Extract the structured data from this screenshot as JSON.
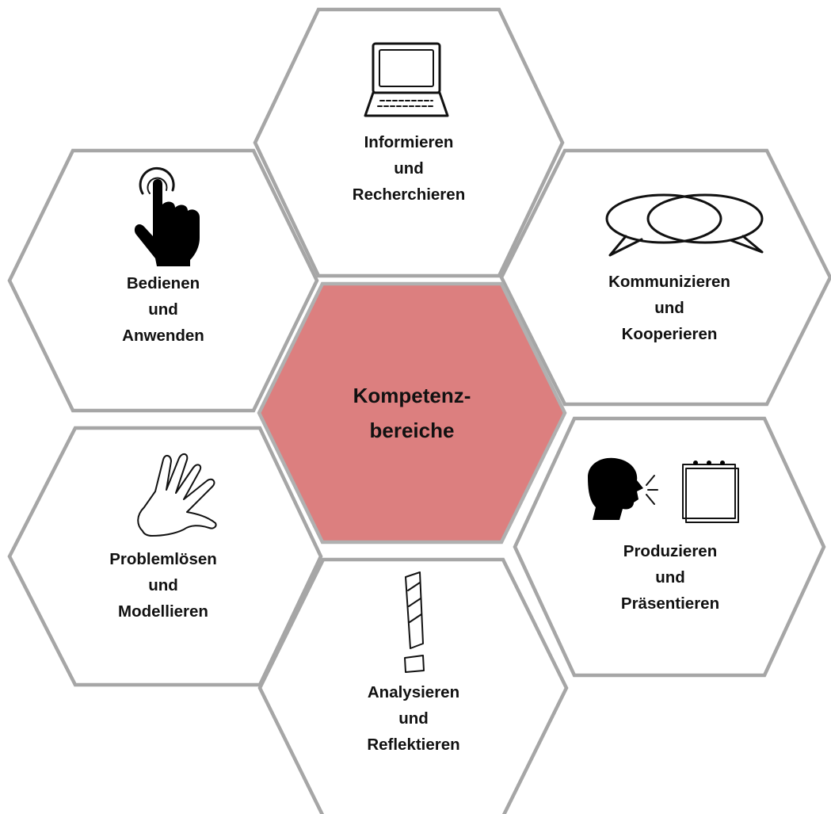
{
  "center": {
    "line1": "Kompetenz-",
    "line2": "bereiche",
    "color": "#dc7f7f"
  },
  "areas": {
    "informieren": {
      "line1": "Informieren",
      "line2": "und",
      "line3": "Recherchieren",
      "icon": "laptop-icon"
    },
    "kommunizieren": {
      "line1": "Kommunizieren",
      "line2": "und",
      "line3": "Kooperieren",
      "icon": "speech-bubbles-icon"
    },
    "produzieren": {
      "line1": "Produzieren",
      "line2": "und",
      "line3": "Präsentieren",
      "icon": "speaker-notepad-icon"
    },
    "analysieren": {
      "line1": "Analysieren",
      "line2": "und",
      "line3": "Reflektieren",
      "icon": "exclamation-icon"
    },
    "problemloesen": {
      "line1": "Problemlösen",
      "line2": "und",
      "line3": "Modellieren",
      "icon": "open-hand-icon"
    },
    "bedienen": {
      "line1": "Bedienen",
      "line2": "und",
      "line3": "Anwenden",
      "icon": "touch-finger-icon"
    }
  },
  "outline_color": "#a6a6a6"
}
